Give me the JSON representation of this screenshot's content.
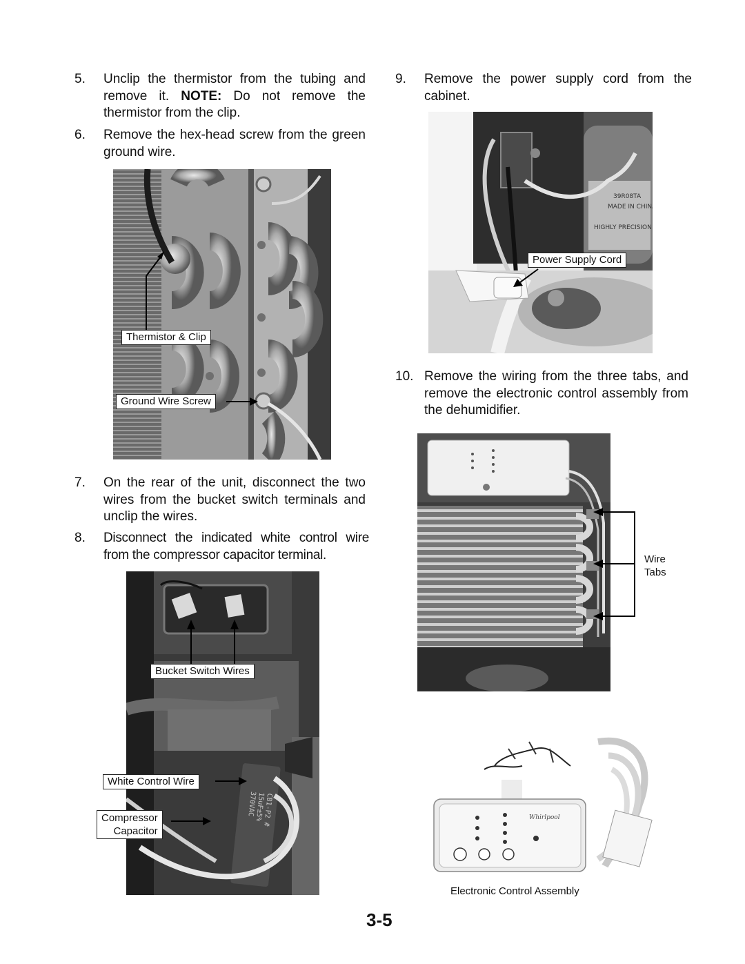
{
  "steps": [
    {
      "num": "5.",
      "text_a": "Unclip the thermistor from the tubing and remove it. ",
      "note": "NOTE:",
      "text_b": " Do not remove the thermistor from the clip."
    },
    {
      "num": "6.",
      "text": "Remove the hex-head screw from the green ground wire."
    },
    {
      "num": "7.",
      "text": "On the rear of the unit, disconnect the two wires from the bucket switch terminals and unclip the wires."
    },
    {
      "num": "8.",
      "text": "Disconnect the indicated white control wire from the compressor capacitor terminal."
    },
    {
      "num": "9.",
      "text": "Remove the power supply cord from the cabinet."
    },
    {
      "num": "10.",
      "text": "Remove the wiring from the three tabs, and remove the electronic control assembly from the dehumidifier."
    }
  ],
  "labels": {
    "thermistor": "Thermistor & Clip",
    "ground_screw": "Ground Wire Screw",
    "bucket_wires": "Bucket Switch Wires",
    "white_wire": "White Control Wire",
    "capacitor_1": "Compressor",
    "capacitor_2": "Capacitor",
    "power_cord": "Power Supply Cord",
    "wire_tabs_1": "Wire",
    "wire_tabs_2": "Tabs",
    "control_assembly": "Electronic Control Assembly"
  },
  "page_number": "3-5"
}
